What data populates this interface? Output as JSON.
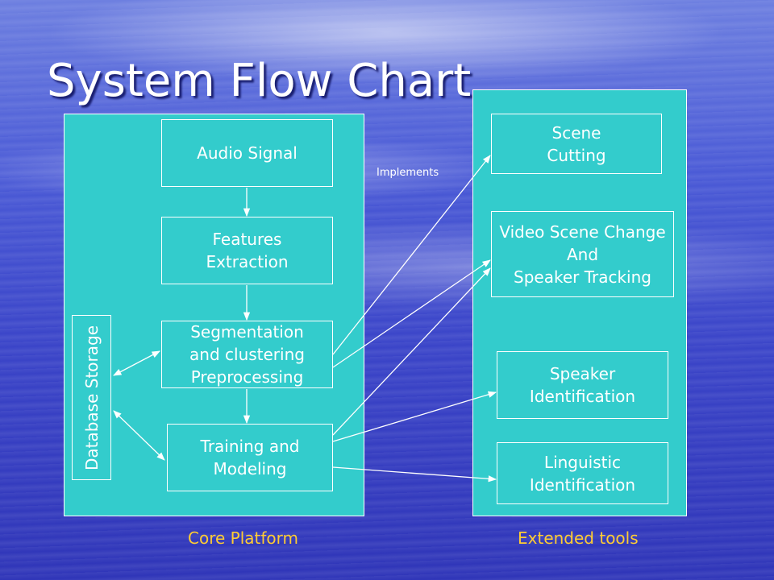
{
  "title": "System Flow Chart",
  "core": {
    "audio_signal": "Audio Signal",
    "features_extraction": "Features\nExtraction",
    "segmentation": "Segmentation\nand clustering\nPreprocessing",
    "training": "Training and\nModeling",
    "database_storage": "Database Storage",
    "caption": "Core Platform"
  },
  "extended": {
    "scene_cutting": "Scene\nCutting",
    "video_scene_change": "Video Scene Change\nAnd\nSpeaker Tracking",
    "speaker_identification": "Speaker\nIdentification",
    "linguistic_identification": "Linguistic\nIdentification",
    "caption": "Extended tools"
  },
  "implements_label": "Implements",
  "colors": {
    "box_fill": "#33cccc",
    "caption": "#ffcc33",
    "text": "#ffffff"
  }
}
